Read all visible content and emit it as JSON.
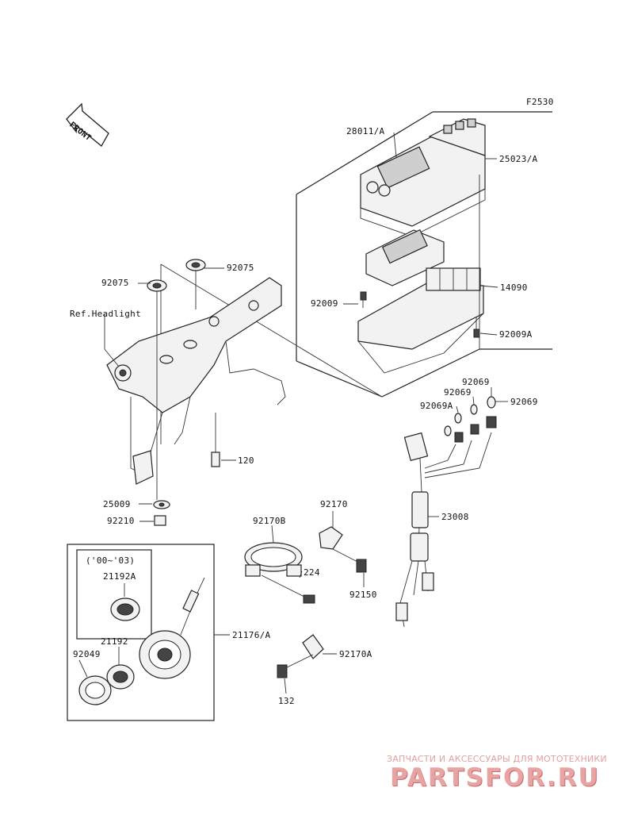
{
  "figure_code": "F2530",
  "front_arrow": "FRONT",
  "ref_label": "Ref.Headlight",
  "year_range": "('00~'03)",
  "parts": {
    "p28011A": "28011/A",
    "p25023A": "25023/A",
    "p14090": "14090",
    "p92009": "92009",
    "p92009A": "92009A",
    "p92069_1": "92069",
    "p92069_2": "92069",
    "p92069_3": "92069",
    "p92069A": "92069A",
    "p92075_1": "92075",
    "p92075_2": "92075",
    "p120": "120",
    "p25009": "25009",
    "p92210": "92210",
    "p92170": "92170",
    "p92170B": "92170B",
    "p224": "224",
    "p92150": "92150",
    "p23008": "23008",
    "p21192A": "21192A",
    "p21192": "21192",
    "p92049": "92049",
    "p21176A": "21176/A",
    "p92170A": "92170A",
    "p132": "132"
  },
  "watermark": {
    "tagline": "ЗАПЧАСТИ И АКСЕССУАРЫ ДЛЯ МОТОТЕХНИКИ",
    "brand": "PARTSFOR.RU"
  },
  "colors": {
    "ink": "#222222",
    "watermark": "#e8a3a3"
  }
}
